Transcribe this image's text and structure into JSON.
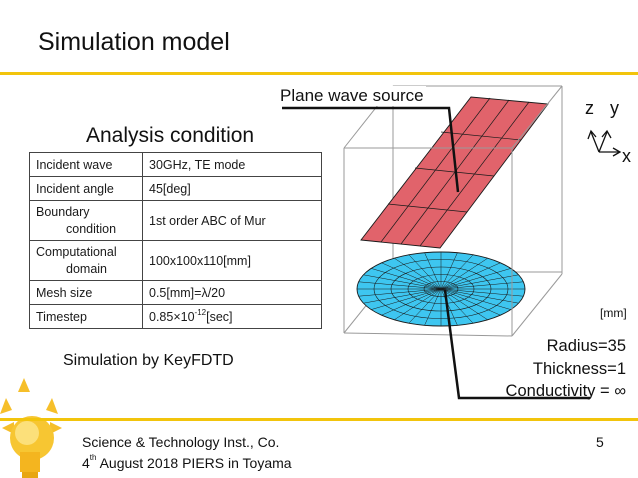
{
  "slide": {
    "title": "Simulation model",
    "page_number": "5",
    "colors": {
      "accent_rule": "#f2c40c",
      "plate": "#e1636b",
      "disk": "#3ec6f0"
    }
  },
  "left": {
    "heading": "Analysis condition",
    "rows": [
      {
        "key": "Incident wave",
        "value": "30GHz, TE mode"
      },
      {
        "key": "Incident angle",
        "value": "45[deg]"
      },
      {
        "key_line1": "Boundary",
        "key_line2": "condition",
        "value": "1st order ABC of Mur"
      },
      {
        "key_line1": "Computational",
        "key_line2": "domain",
        "value": "100x100x110[mm]"
      },
      {
        "key": "Mesh size",
        "value": "0.5[mm]=λ/20"
      },
      {
        "key": "Timestep",
        "value_base": "0.85×10",
        "value_exp": "-12",
        "value_unit": "[sec]"
      }
    ],
    "simulator_note": "Simulation by KeyFDTD"
  },
  "figure": {
    "plane_label": "Plane wave source",
    "unit_label": "[mm]",
    "axes": {
      "z": "z",
      "y": "y",
      "x": "x"
    },
    "props": {
      "radius": "Radius=35",
      "thickness": "Thickness=1",
      "conductivity": "Conductivity = ∞"
    }
  },
  "footer": {
    "institute": "Science & Technology Inst., Co.",
    "date_day": "4",
    "date_suffix": "th",
    "date_rest": " August 2018   PIERS in Toyama"
  }
}
